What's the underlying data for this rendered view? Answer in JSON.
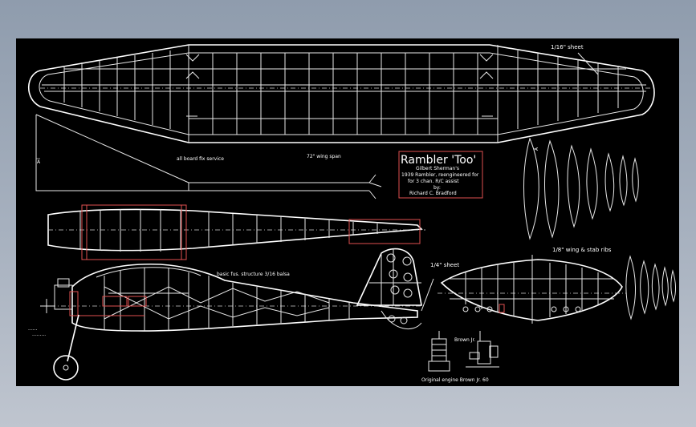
{
  "drawing": {
    "title": "Rambler 'Too'",
    "subtitle_lines": [
      "Gilbert Sherman's",
      "1939 Rambler, reengineered for",
      "for 3 chan. R/C assist",
      "by:",
      "Richard C. Bradford"
    ],
    "labels": {
      "wing_sheet": "1/16\" sheet",
      "wing_note": "all board fix service",
      "wing_span": "72\" wing span",
      "fin_sheet": "1/4\" sheet",
      "rib_note": "1/8\" wing & stab ribs",
      "fuse_note": "basic fus. structure 3/16 balsa",
      "engine_label": "Original engine Brown Jr. 60",
      "engine_small": "Brown Jr.",
      "scale_note_1": "......",
      "scale_note_2": ".........",
      "side_tag": "A"
    }
  }
}
